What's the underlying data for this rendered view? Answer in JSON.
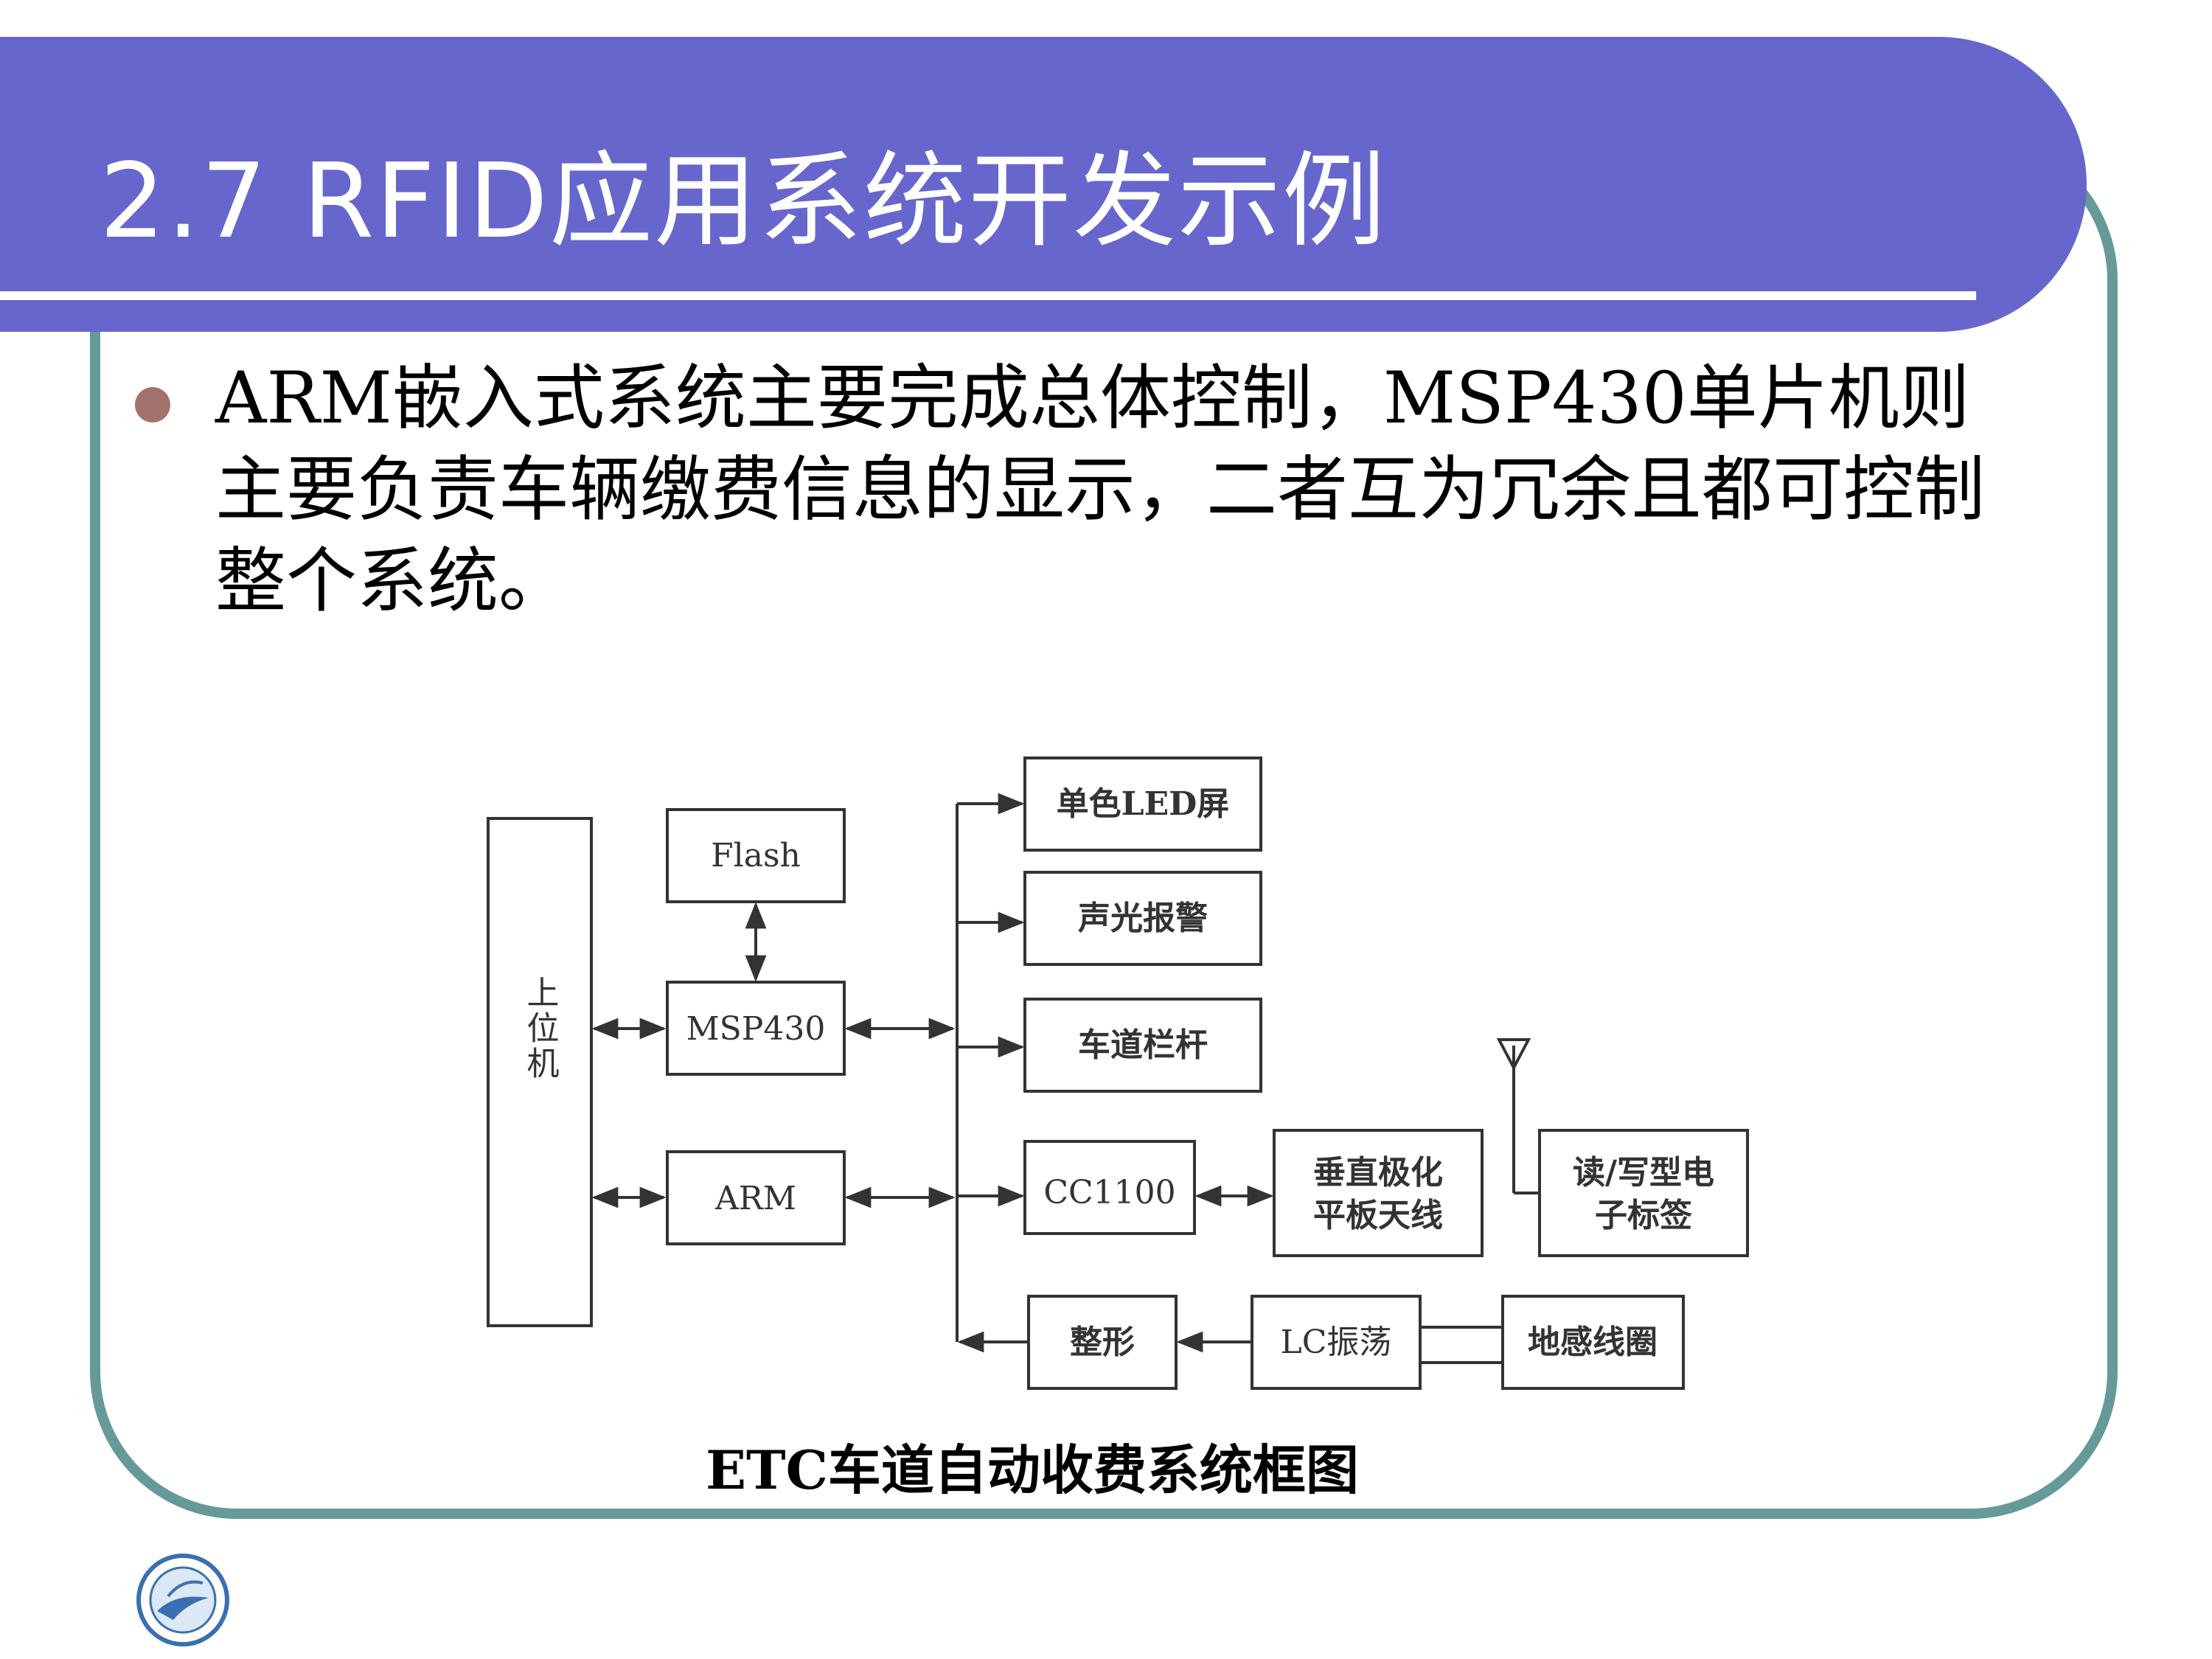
{
  "slide": {
    "title": "2.7 RFID应用系统开发示例",
    "bullet": "ARM嵌入式系统主要完成总体控制，MSP430单片机则主要负责车辆缴费信息的显示，二者互为冗余且都可控制整个系统。",
    "caption": "ETC车道自动收费系统框图"
  },
  "diagram": {
    "host": "上位机",
    "flash": "Flash",
    "msp430": "MSP430",
    "arm": "ARM",
    "led": "单色LED屏",
    "alarm": "声光报警",
    "barrier": "车道栏杆",
    "cc1100": "CC1100",
    "antenna_l1": "垂直极化",
    "antenna_l2": "平板天线",
    "tag_l1": "读/写型电",
    "tag_l2": "子标签",
    "shaping": "整形",
    "lc": "LC振荡",
    "coil": "地感线圈"
  },
  "colors": {
    "title_band": "#6666cc",
    "frame": "#669999",
    "bullet": "#a3726c"
  }
}
